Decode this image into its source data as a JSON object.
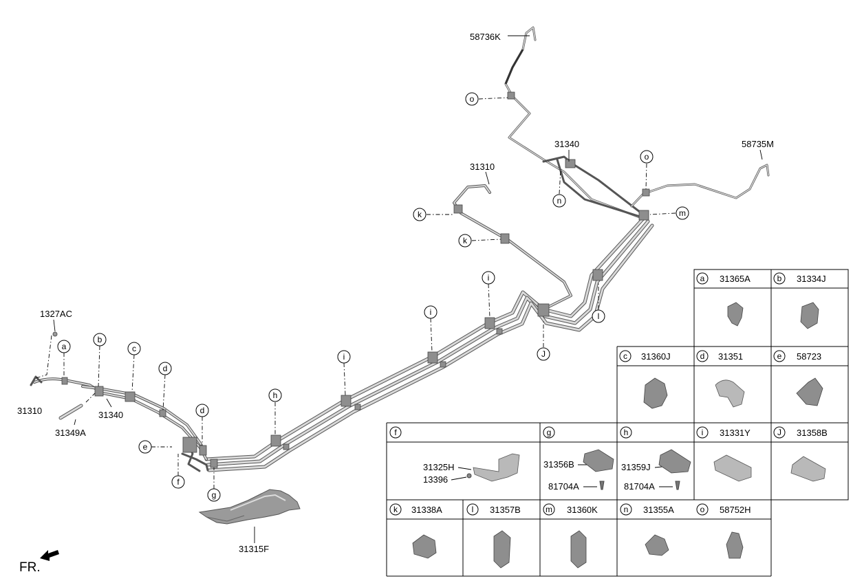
{
  "main_labels": {
    "p58736K": "58736K",
    "p58735M": "58735M",
    "p31340_top": "31340",
    "p31310_top": "31310",
    "p1327AC": "1327AC",
    "p31310_left": "31310",
    "p31340_left": "31340",
    "p31349A": "31349A",
    "p31315F": "31315F"
  },
  "callouts": {
    "a": "a",
    "b": "b",
    "c": "c",
    "d": "d",
    "e": "e",
    "f": "f",
    "g": "g",
    "h": "h",
    "i": "i",
    "J": "J",
    "k": "k",
    "l": "l",
    "m": "m",
    "n": "n",
    "o": "o"
  },
  "parts_table": {
    "a": {
      "letter": "a",
      "part": "31365A"
    },
    "b": {
      "letter": "b",
      "part": "31334J"
    },
    "c": {
      "letter": "c",
      "part": "31360J"
    },
    "d": {
      "letter": "d",
      "part": "31351"
    },
    "e": {
      "letter": "e",
      "part": "58723"
    },
    "f": {
      "letter": "f",
      "sub1": "31325H",
      "sub2": "13396"
    },
    "g": {
      "letter": "g",
      "sub1": "31356B",
      "sub2": "81704A"
    },
    "h": {
      "letter": "h",
      "sub1": "31359J",
      "sub2": "81704A"
    },
    "i": {
      "letter": "i",
      "part": "31331Y"
    },
    "J": {
      "letter": "J",
      "part": "31358B"
    },
    "k": {
      "letter": "k",
      "part": "31338A"
    },
    "l": {
      "letter": "l",
      "part": "31357B"
    },
    "m": {
      "letter": "m",
      "part": "31360K"
    },
    "n": {
      "letter": "n",
      "part": "31355A"
    },
    "o": {
      "letter": "o",
      "part": "58752H"
    }
  },
  "front_indicator": "FR."
}
